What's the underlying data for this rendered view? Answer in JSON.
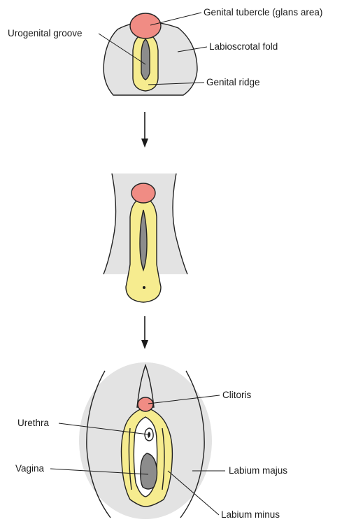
{
  "labels": {
    "genital_tubercle": "Genital tubercle (glans area)",
    "urogenital_groove": "Urogenital groove",
    "labioscrotal_fold": "Labioscrotal fold",
    "genital_ridge": "Genital ridge",
    "clitoris": "Clitoris",
    "urethra": "Urethra",
    "vagina": "Vagina",
    "labium_majus": "Labium majus",
    "labium_minus": "Labium minus"
  },
  "colors": {
    "skin_gray": "#e3e3e3",
    "ridge_yellow": "#f6ec8f",
    "tubercle_pink": "#f08c84",
    "opening_gray": "#8c8c8c",
    "outline": "#222222"
  }
}
